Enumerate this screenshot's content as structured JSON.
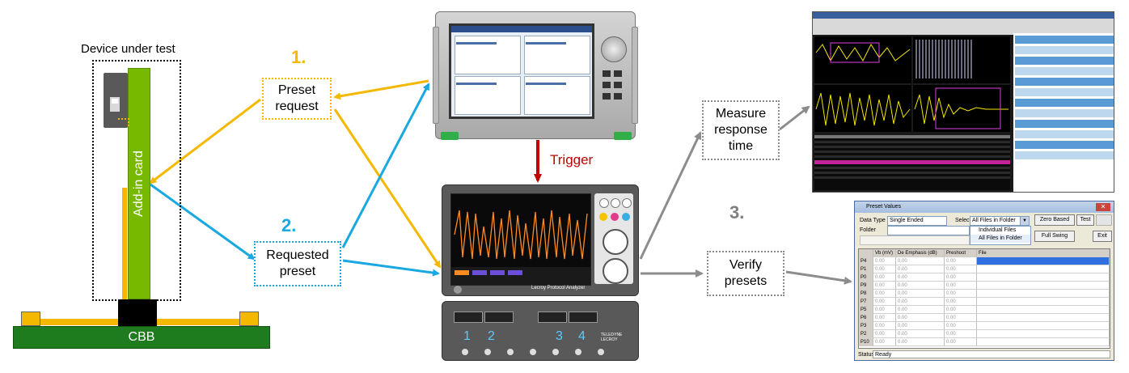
{
  "dut": {
    "label": "Device under test",
    "card_label": "Add-in card",
    "board_label": "CBB"
  },
  "steps": {
    "one": "1.",
    "two": "2.",
    "three": "3."
  },
  "boxes": {
    "preset_request": "Preset request",
    "requested_preset": "Requested preset",
    "measure_response": "Measure response time",
    "verify_presets": "Verify presets"
  },
  "trigger": "Trigger",
  "colors": {
    "orange": "#f5b800",
    "blue": "#19a8e0",
    "gray_arrow": "#8c8c8c",
    "trigger_red": "#c00000",
    "card_green": "#77b900",
    "board_green": "#1e7b1e"
  },
  "analyzer": {
    "brand": "TELEDYNE LECROY",
    "module_caption": "Lecroy Protocol Analyzer",
    "ports": [
      "1",
      "2",
      "3",
      "4"
    ]
  },
  "dialog": {
    "title": "Preset Values",
    "data_type_label": "Data Type",
    "data_type_value": "Single Ended",
    "select_label": "Select",
    "select_value": "All Files in Folder",
    "folder_label": "Folder",
    "dropdown_options": [
      "Individual Files",
      "All Files in Folder"
    ],
    "buttons": [
      "Zero Based",
      "Test",
      "Full Swing",
      "Exit"
    ],
    "columns": [
      "Vb (mV)",
      "De Emphasis (dB)",
      "Preshoot (dB)",
      "File"
    ],
    "rows": [
      {
        "id": "P4",
        "vb": "0.00",
        "de": "0.00",
        "pre": "0.00"
      },
      {
        "id": "P1",
        "vb": "0.00",
        "de": "0.00",
        "pre": "0.00"
      },
      {
        "id": "P0",
        "vb": "0.00",
        "de": "0.00",
        "pre": "0.00"
      },
      {
        "id": "P9",
        "vb": "0.00",
        "de": "0.00",
        "pre": "0.00"
      },
      {
        "id": "P8",
        "vb": "0.00",
        "de": "0.00",
        "pre": "0.00"
      },
      {
        "id": "P7",
        "vb": "0.00",
        "de": "0.00",
        "pre": "0.00"
      },
      {
        "id": "P5",
        "vb": "0.00",
        "de": "0.00",
        "pre": "0.00"
      },
      {
        "id": "P6",
        "vb": "0.00",
        "de": "0.00",
        "pre": "0.00"
      },
      {
        "id": "P3",
        "vb": "0.00",
        "de": "0.00",
        "pre": "0.00"
      },
      {
        "id": "P2",
        "vb": "0.00",
        "de": "0.00",
        "pre": "0.00"
      },
      {
        "id": "P10",
        "vb": "0.00",
        "de": "0.00",
        "pre": "0.00"
      }
    ],
    "status_label": "Status",
    "status_value": "Ready"
  }
}
